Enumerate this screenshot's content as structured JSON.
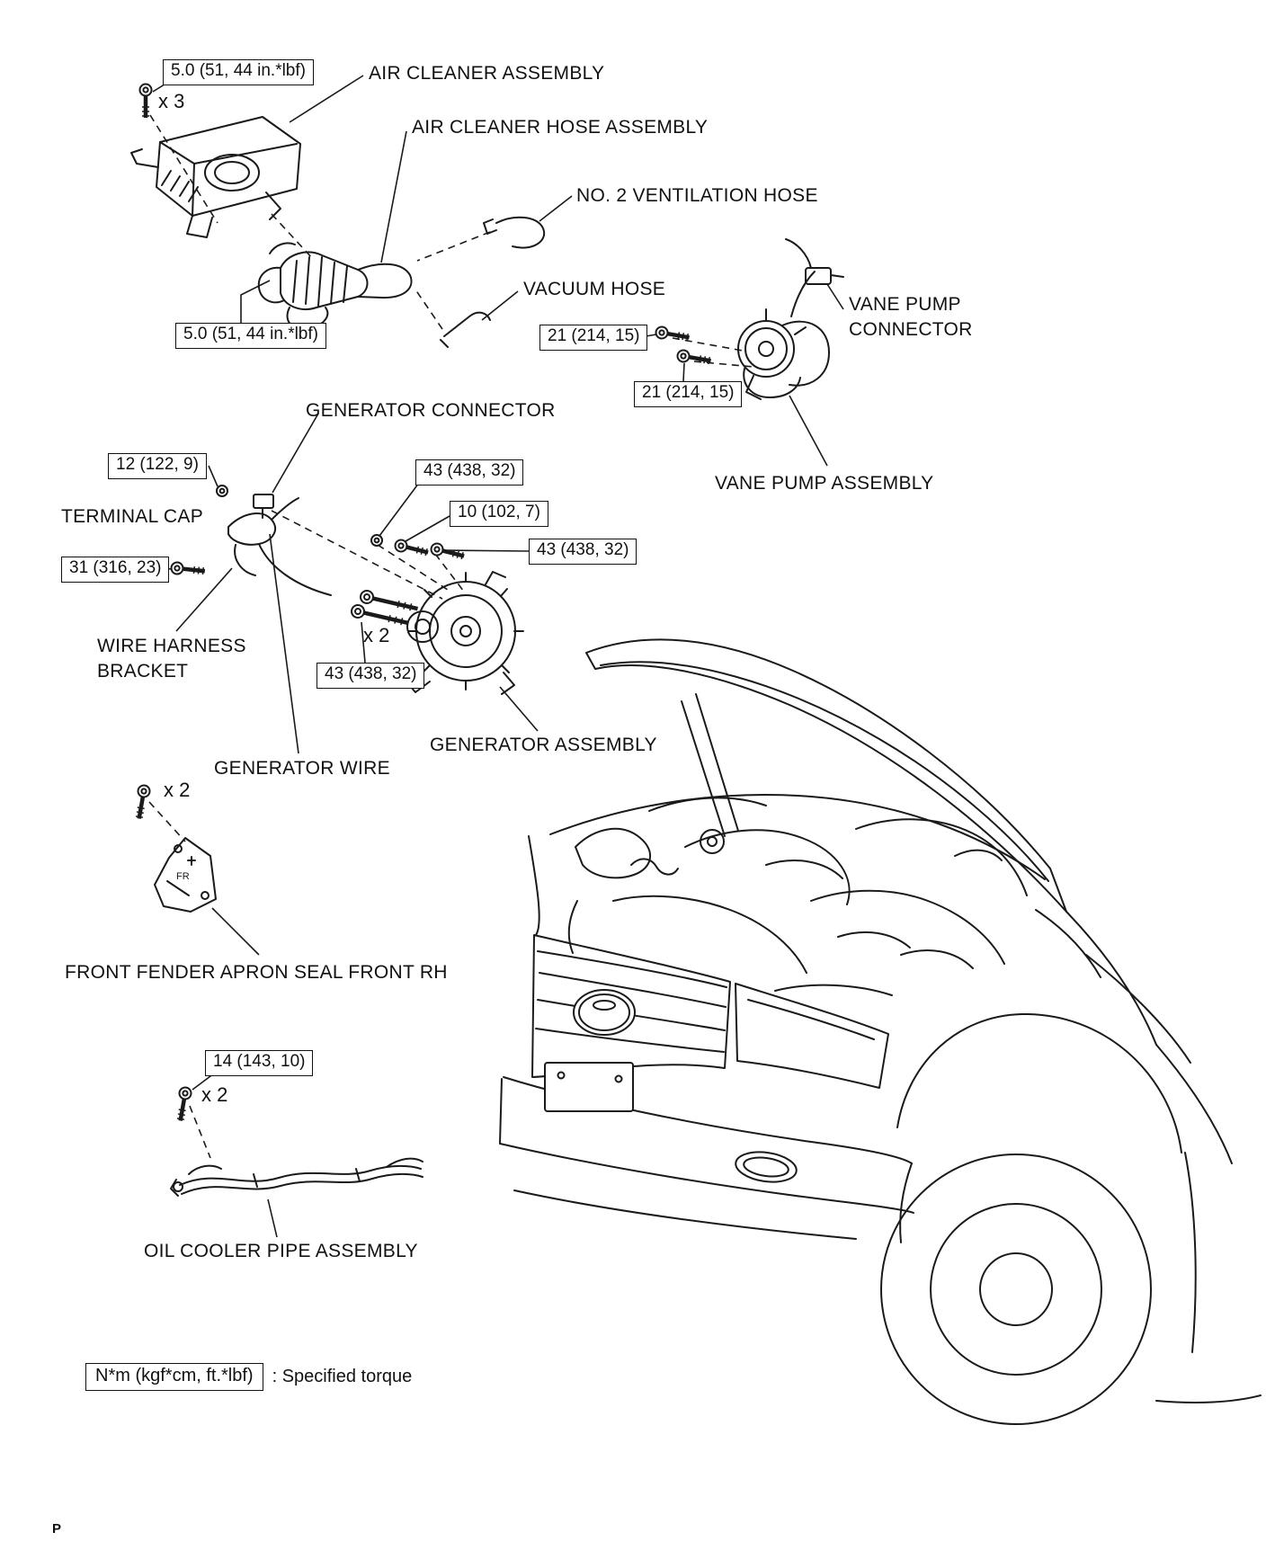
{
  "parts": {
    "air_cleaner_assembly": "AIR CLEANER ASSEMBLY",
    "air_cleaner_hose_assembly": "AIR CLEANER HOSE ASSEMBLY",
    "no2_ventilation_hose": "NO. 2 VENTILATION HOSE",
    "vacuum_hose": "VACUUM HOSE",
    "vane_pump_connector": "VANE PUMP\nCONNECTOR",
    "vane_pump_assembly": "VANE PUMP ASSEMBLY",
    "generator_connector": "GENERATOR CONNECTOR",
    "terminal_cap": "TERMINAL CAP",
    "wire_harness_bracket": "WIRE HARNESS\nBRACKET",
    "generator_wire": "GENERATOR WIRE",
    "generator_assembly": "GENERATOR ASSEMBLY",
    "front_fender_apron_seal_front_rh": "FRONT FENDER APRON SEAL FRONT RH",
    "oil_cooler_pipe_assembly": "OIL COOLER PIPE ASSEMBLY"
  },
  "torque_boxes": [
    {
      "id": "air-cleaner-bolts",
      "value": "5.0 (51, 44 in.*lbf)"
    },
    {
      "id": "air-cleaner-hose-clamp",
      "value": "5.0 (51, 44 in.*lbf)"
    },
    {
      "id": "vane-pump-bolt-upper",
      "value": "21 (214, 15)"
    },
    {
      "id": "vane-pump-bolt-lower",
      "value": "21 (214, 15)"
    },
    {
      "id": "generator-terminal-nut",
      "value": "12 (122, 9)"
    },
    {
      "id": "generator-bolt-a",
      "value": "43 (438, 32)"
    },
    {
      "id": "generator-nut",
      "value": "10 (102, 7)"
    },
    {
      "id": "generator-bolt-b",
      "value": "43 (438, 32)"
    },
    {
      "id": "terminal-bolt",
      "value": "31 (316, 23)"
    },
    {
      "id": "generator-bolt-c",
      "value": "43 (438, 32)"
    },
    {
      "id": "oil-cooler-pipe-bolts",
      "value": "14 (143, 10)"
    }
  ],
  "multipliers": [
    {
      "id": "air-cleaner-bolt-count",
      "value": "x 3"
    },
    {
      "id": "generator-bolt-count",
      "value": "x 2"
    },
    {
      "id": "apron-seal-bolt-count",
      "value": "x 2"
    },
    {
      "id": "oil-pipe-bolt-count",
      "value": "x 2"
    }
  ],
  "footer": {
    "torque_unit_box": "N*m (kgf*cm, ft.*lbf)",
    "torque_note": ": Specified torque"
  },
  "drawing_marks": {
    "fr": "FR"
  },
  "page_marker": "P"
}
